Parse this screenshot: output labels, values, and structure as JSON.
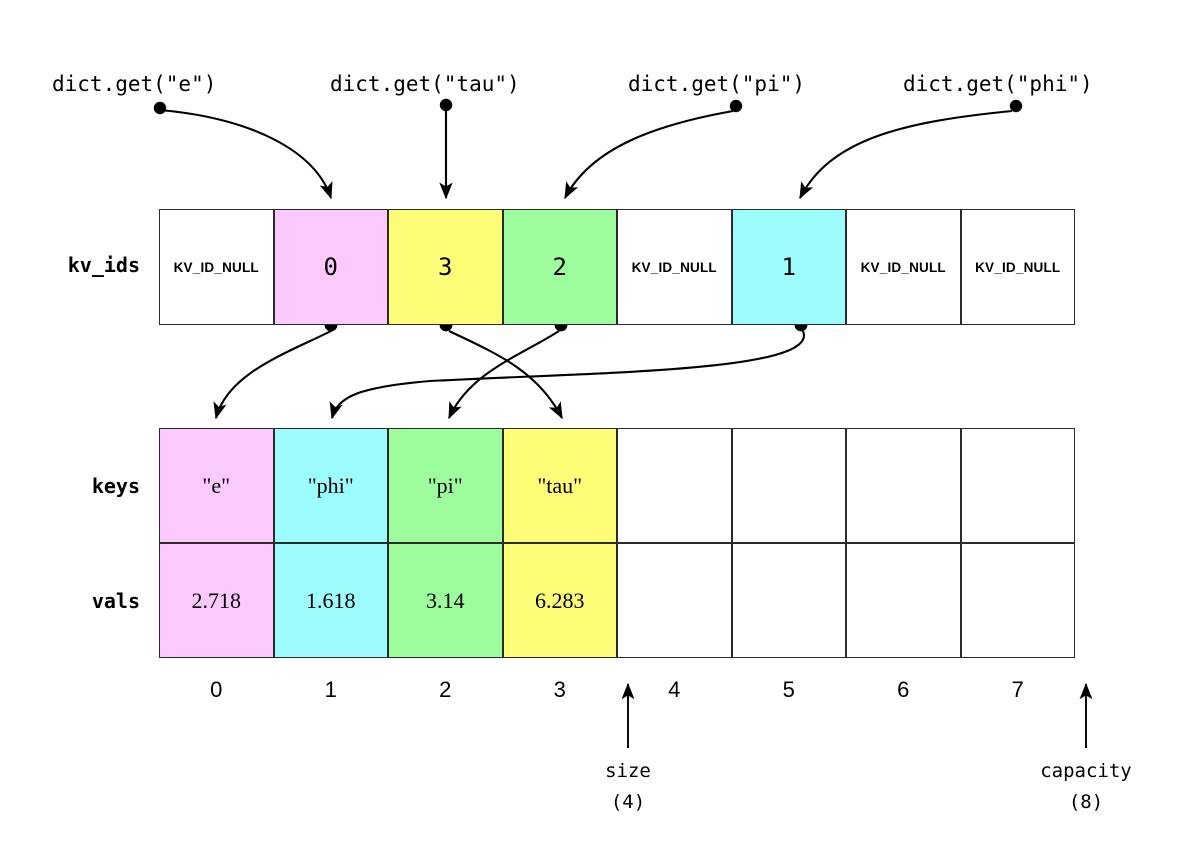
{
  "diagram": {
    "title_text": "",
    "colors": {
      "pink": "#fbc9fd",
      "cyan": "#9dfdfd",
      "green": "#9dfd9d",
      "yellow": "#fdfd77",
      "white": "#ffffff",
      "stroke": "#2b2b2b",
      "arrow": "#000000"
    },
    "queries": [
      {
        "label": "dict.get(\"e\")",
        "target_index": 1
      },
      {
        "label": "dict.get(\"tau\")",
        "target_index": 2
      },
      {
        "label": "dict.get(\"pi\")",
        "target_index": 3
      },
      {
        "label": "dict.get(\"phi\")",
        "target_index": 5
      }
    ],
    "rows": {
      "kv_ids": {
        "name": "kv_ids",
        "cells": [
          {
            "text": "KV_ID_NULL",
            "kind": "null",
            "color": "white"
          },
          {
            "text": "0",
            "kind": "value",
            "color": "pink"
          },
          {
            "text": "3",
            "kind": "value",
            "color": "yellow"
          },
          {
            "text": "2",
            "kind": "value",
            "color": "green"
          },
          {
            "text": "KV_ID_NULL",
            "kind": "null",
            "color": "white"
          },
          {
            "text": "1",
            "kind": "value",
            "color": "cyan"
          },
          {
            "text": "KV_ID_NULL",
            "kind": "null",
            "color": "white"
          },
          {
            "text": "KV_ID_NULL",
            "kind": "null",
            "color": "white"
          }
        ]
      },
      "keys": {
        "name": "keys",
        "cells": [
          {
            "text": "\"e\"",
            "color": "pink"
          },
          {
            "text": "\"phi\"",
            "color": "cyan"
          },
          {
            "text": "\"pi\"",
            "color": "green"
          },
          {
            "text": "\"tau\"",
            "color": "yellow"
          },
          {
            "text": "",
            "color": "white"
          },
          {
            "text": "",
            "color": "white"
          },
          {
            "text": "",
            "color": "white"
          },
          {
            "text": "",
            "color": "white"
          }
        ]
      },
      "vals": {
        "name": "vals",
        "cells": [
          {
            "text": "2.718",
            "color": "pink"
          },
          {
            "text": "1.618",
            "color": "cyan"
          },
          {
            "text": "3.14",
            "color": "green"
          },
          {
            "text": "6.283",
            "color": "yellow"
          },
          {
            "text": "",
            "color": "white"
          },
          {
            "text": "",
            "color": "white"
          },
          {
            "text": "",
            "color": "white"
          },
          {
            "text": "",
            "color": "white"
          }
        ]
      }
    },
    "index_labels": [
      "0",
      "1",
      "2",
      "3",
      "4",
      "5",
      "6",
      "7"
    ],
    "markers": [
      {
        "name": "size",
        "label": "size",
        "value": "(4)",
        "at_index_boundary": 4
      },
      {
        "name": "capacity",
        "label": "capacity",
        "value": "(8)",
        "at_index_boundary": 8
      }
    ],
    "links": [
      {
        "from_kv_index": 1,
        "to_kv_slot": 0
      },
      {
        "from_kv_index": 2,
        "to_kv_slot": 3
      },
      {
        "from_kv_index": 3,
        "to_kv_slot": 2
      },
      {
        "from_kv_index": 5,
        "to_kv_slot": 1
      }
    ]
  }
}
